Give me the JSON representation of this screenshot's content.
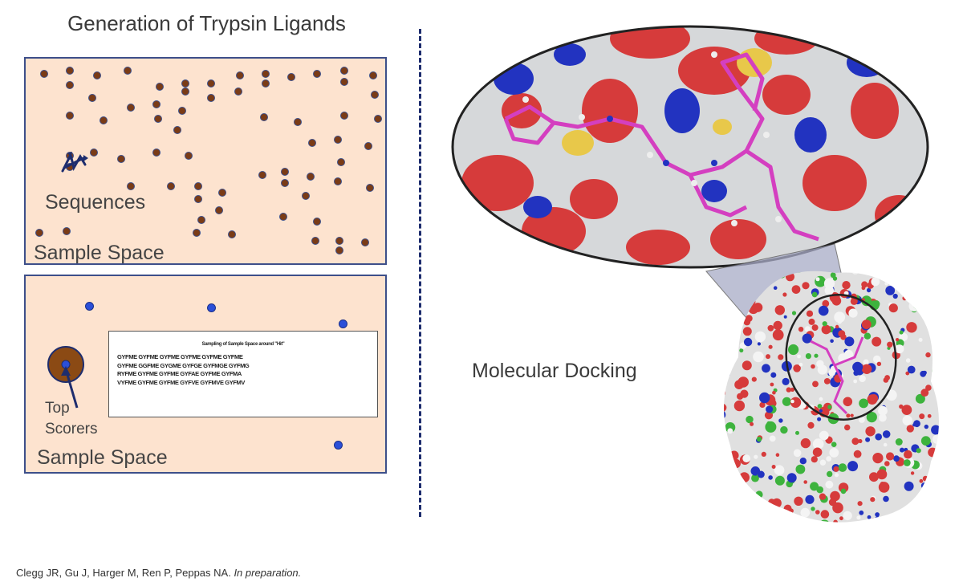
{
  "title": "Generation of Trypsin Ligands",
  "top_panel": {
    "sequences_label": "Sequences",
    "sample_space_label": "Sample Space"
  },
  "bottom_panel": {
    "top_scorers_line1": "Top",
    "top_scorers_line2": "Scorers",
    "sample_space_label": "Sample Space",
    "box_header": "Sampling of Sample Space around \"Hit\"",
    "box_lines": [
      "GYFME GYFME GYFME GYFME GYFME GYFME",
      "GYFME GGFME GYGME GYFGE GYFMGE GYFMG",
      "RYFME GYFME GYFME GYFAE GYFME GYFMA",
      "VYFME GYFME GYFME GYFVE GYFMVE GYFMV"
    ]
  },
  "docking_label": "Molecular Docking",
  "citation": {
    "authors": "Clegg JR, Gu J, Harger M, Ren P, Peppas NA. ",
    "note": "In preparation."
  },
  "colors": {
    "panel_fill": "#fde3cf",
    "panel_border": "#3d4f8a",
    "divider": "#1e2d6e",
    "dot_fill": "#7a3b16",
    "hit_dot": "#2b4fd8",
    "surface_red": "#d63b3b",
    "surface_blue": "#2233c0",
    "surface_yellow": "#e8c84a",
    "surface_green": "#3db33d",
    "ligand_magenta": "#d43fc0"
  }
}
